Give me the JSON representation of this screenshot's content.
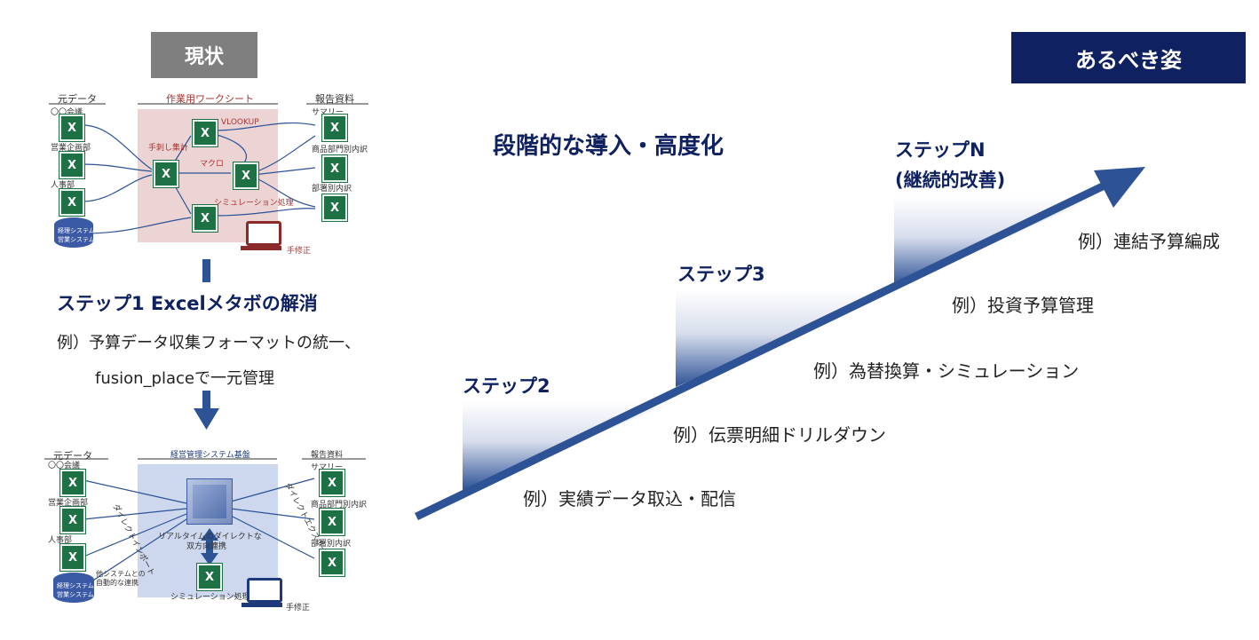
{
  "current_badge": "現状",
  "target_badge": "あるべき姿",
  "heading": "段階的な導入・高度化",
  "step1": {
    "title": "ステップ1 Excelメタボの解消",
    "example_line1": "例）予算データ収集フォーマットの統一、",
    "example_line2": "fusion_placeで一元管理"
  },
  "steps": [
    {
      "label": "ステップ2",
      "example": "例）実績データ取込・配信"
    },
    {
      "label": "ステップ3",
      "example": "例）伝票明細ドリルダウン"
    },
    {
      "label": "ステップN",
      "label2": "(継続的改善)",
      "example": "例）為替換算・シミュレーション"
    }
  ],
  "extra_examples": [
    "例）投資予算管理",
    "例）連結予算編成"
  ],
  "top_diagram": {
    "source_header": "元データ",
    "work_header": "作業用ワークシート",
    "report_header": "報告資料",
    "sources": [
      "〇〇会議",
      "営業企画部",
      "人事部"
    ],
    "db_label": [
      "経理システム",
      "営業システム"
    ],
    "labels": [
      "手刺し集計",
      "VLOOKUP",
      "マクロ",
      "シミュレーション処理"
    ],
    "reports": [
      "サマリー",
      "商品部門別内訳",
      "部署別内訳"
    ],
    "manual_label": "手修正"
  },
  "bottom_diagram": {
    "source_header": "元データ",
    "system_header": "経営管理システム基盤",
    "report_header": "報告資料",
    "sources": [
      "〇〇会議",
      "営業企画部",
      "人事部"
    ],
    "db_label": [
      "経理システム",
      "営業システム"
    ],
    "import_label": "ダイレクトインポート",
    "export_label": "ダイレクトエクスポート",
    "cube_label": "リアルタイムのダイレクトな",
    "cube_label2": "双方向連携",
    "link_label": [
      "他システムとの",
      "自動的な連携"
    ],
    "sim_label": "シミュレーション処理",
    "reports": [
      "サマリー",
      "商品部門別内訳",
      "部署別内訳"
    ],
    "manual_label": "手修正"
  },
  "colors": {
    "navy": "#0f2160",
    "arrow": "#2d5296",
    "gray_badge": "#7f7f7f",
    "excel_green": "#1e7145"
  }
}
